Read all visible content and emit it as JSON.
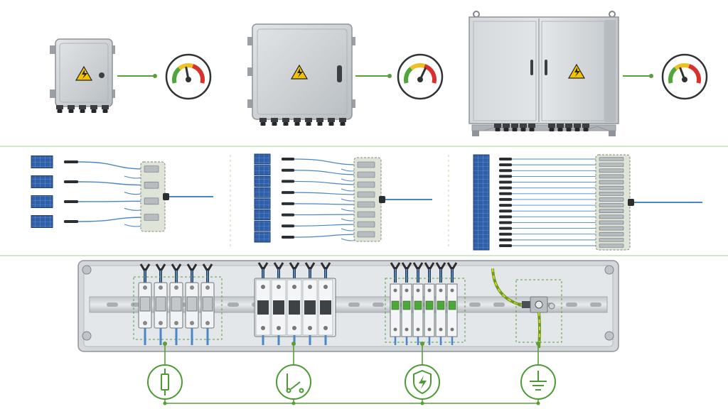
{
  "colors": {
    "accent_green": "#5a9e3a",
    "panel_blue": "#2f5fa8",
    "cable_blue": "#4a86c8",
    "enclosure_gray": "#cfd3d6",
    "warning_yellow": "#f2c200",
    "gauge_red": "#d9302c",
    "gauge_yellow": "#f0c020",
    "gauge_green": "#4fa63a"
  },
  "combiner_sizes": [
    {
      "id": "small",
      "enclosure": "small-wall-enclosure",
      "string_inputs": 4,
      "gauge_level": 0.45
    },
    {
      "id": "medium",
      "enclosure": "medium-wall-enclosure",
      "string_inputs": 8,
      "gauge_level": 0.62
    },
    {
      "id": "large",
      "enclosure": "floor-standing-cabinet",
      "string_inputs": 16,
      "gauge_level": 0.4
    }
  ],
  "component_groups": [
    {
      "id": "fuses",
      "icon": "fuse-icon",
      "poles": 5
    },
    {
      "id": "breakers",
      "icon": "switch-icon",
      "poles": 5
    },
    {
      "id": "surge_protection",
      "icon": "surge-protection-shield-icon",
      "poles": 6
    },
    {
      "id": "grounding",
      "icon": "ground-icon",
      "poles": 1
    }
  ]
}
